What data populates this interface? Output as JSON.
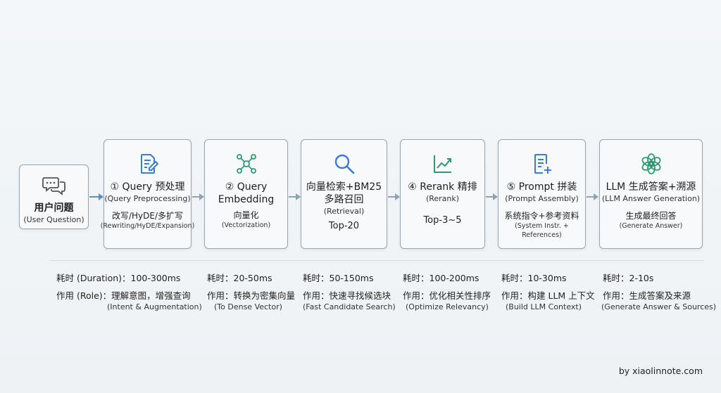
{
  "colors": {
    "icon_blue": "#3a7bd5",
    "icon_green": "#2e9b6f",
    "arrow": "#8fa2b5",
    "arrow_blue": "#5f8fc4",
    "border": "#9aa4ad"
  },
  "start": {
    "icon": "chat-bubbles-icon",
    "title": "用户问题",
    "subtitle": "(User Question)"
  },
  "steps": [
    {
      "icon": "edit-document-icon",
      "title": "① Query 预处理",
      "subtitle": "(Query Preprocessing)",
      "line1": "改写/HyDE/多扩写",
      "line2": "(Rewriting/HyDE/Expansion)"
    },
    {
      "icon": "network-nodes-icon",
      "title": "② Query\nEmbedding",
      "subtitle": "",
      "line1": "向量化",
      "line2": "(Vectorization)"
    },
    {
      "icon": "search-icon",
      "title": "向量检索+BM25\n多路召回",
      "subtitle": "(Retrieval)",
      "line1": "Top-20",
      "line2": ""
    },
    {
      "icon": "trend-chart-icon",
      "title": "④ Rerank 精排",
      "subtitle": "(Rerank)",
      "line1": "Top-3~5",
      "line2": ""
    },
    {
      "icon": "document-add-icon",
      "title": "⑤ Prompt 拼装",
      "subtitle": "(Prompt Assembly)",
      "line1": "系统指令+参考资料",
      "line2": "(System Instr. + References)"
    },
    {
      "icon": "openai-logo-icon",
      "title": "LLM 生成答案+溯源",
      "subtitle": "(LLM Answer Generation)",
      "line1": "生成最终回答",
      "line2": "(Generate Answer)"
    }
  ],
  "info": [
    {
      "duration": "耗时 (Duration)：100-300ms",
      "role": "作用 (Role)：理解意图，增强查询",
      "role_sub": "(Intent & Augmentation)"
    },
    {
      "duration": "耗时：20-50ms",
      "role": "作用：转换为密集向量",
      "role_sub": "(To Dense Vector)"
    },
    {
      "duration": "耗时：50-150ms",
      "role": "作用：快速寻找候选块",
      "role_sub": "(Fast Candidate Search)"
    },
    {
      "duration": "耗时：100-200ms",
      "role": "作用：优化相关性排序",
      "role_sub": "(Optimize Relevancy)"
    },
    {
      "duration": "耗时：10-30ms",
      "role": "作用：构建 LLM 上下文",
      "role_sub": "(Build LLM Context)"
    },
    {
      "duration": "耗时：2-10s",
      "role": "作用：生成答案及来源",
      "role_sub": "(Generate Answer & Sources)"
    }
  ],
  "credit": "by xiaolinnote.com"
}
